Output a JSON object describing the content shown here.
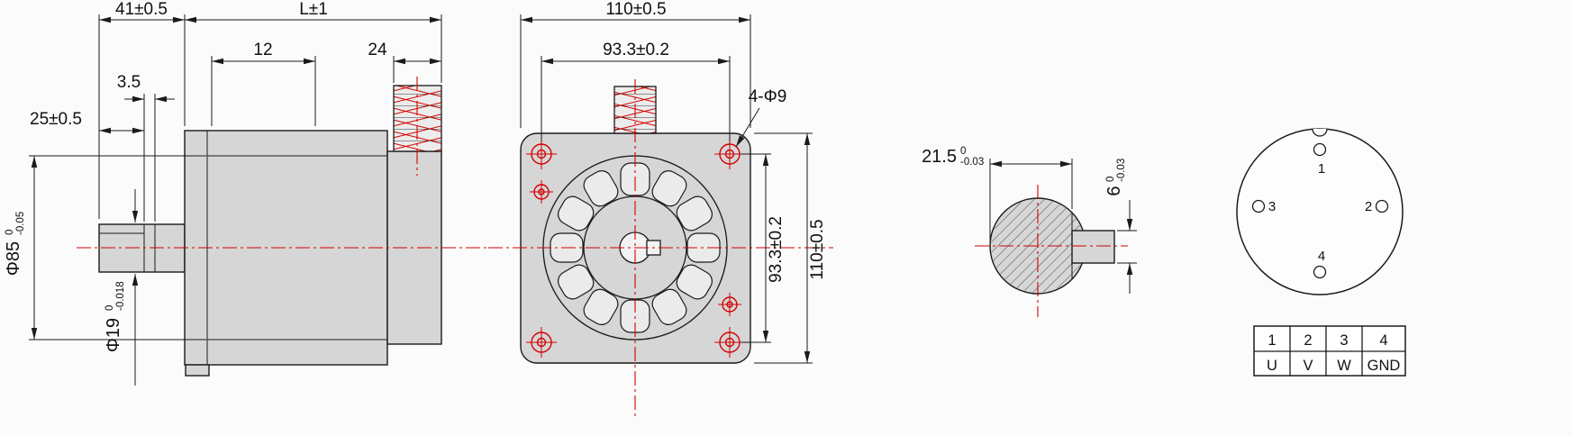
{
  "colors": {
    "accent_red": "#d40000",
    "part_gray": "#d6d6d6",
    "line_black": "#1a1a1a"
  },
  "side_view": {
    "dim_shaft_overall": "41±0.5",
    "dim_body_length": "L±1",
    "dim_rear_12": "12",
    "dim_rear_24": "24",
    "dim_boss": "3.5",
    "dim_shaft_length": "25±0.5",
    "dia_flange": {
      "main": "Φ85",
      "tol_top": "0",
      "tol_bottom": "-0.05"
    },
    "dia_shaft": {
      "main": "Φ19",
      "tol_top": "0",
      "tol_bottom": "-0.018"
    }
  },
  "front_view": {
    "dim_width": "110±0.5",
    "dim_hole_span_h": "93.3±0.2",
    "dim_hole_span_v": "93.3±0.2",
    "dim_height": "110±0.5",
    "mounting_holes_callout": "4-Φ9"
  },
  "shaft_section": {
    "dim_flat": {
      "main": "21.5",
      "tol_top": "0",
      "tol_bottom": "-0.03"
    },
    "dim_key": {
      "main": "6",
      "tol_top": "0",
      "tol_bottom": "-0.03"
    }
  },
  "connector": {
    "pin_labels": [
      "1",
      "2",
      "3",
      "4"
    ]
  },
  "pin_table": {
    "pins": [
      "1",
      "2",
      "3",
      "4"
    ],
    "signals": [
      "U",
      "V",
      "W",
      "GND"
    ]
  }
}
